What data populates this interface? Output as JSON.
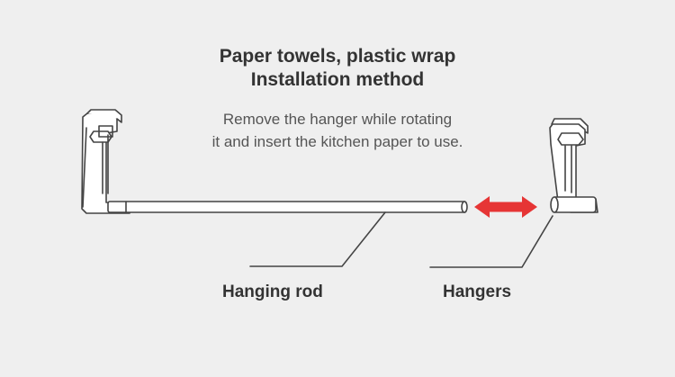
{
  "title": {
    "line1": "Paper towels, plastic wrap",
    "line2": "Installation method"
  },
  "instructions": {
    "line1": "Remove the hanger while rotating",
    "line2": "it and insert the kitchen paper to use."
  },
  "labels": {
    "rod": "Hanging rod",
    "hangers": "Hangers"
  },
  "colors": {
    "background": "#efefef",
    "arrow": "#e63535",
    "line": "#444444"
  },
  "icons": {
    "arrow": "double-arrow-icon"
  }
}
